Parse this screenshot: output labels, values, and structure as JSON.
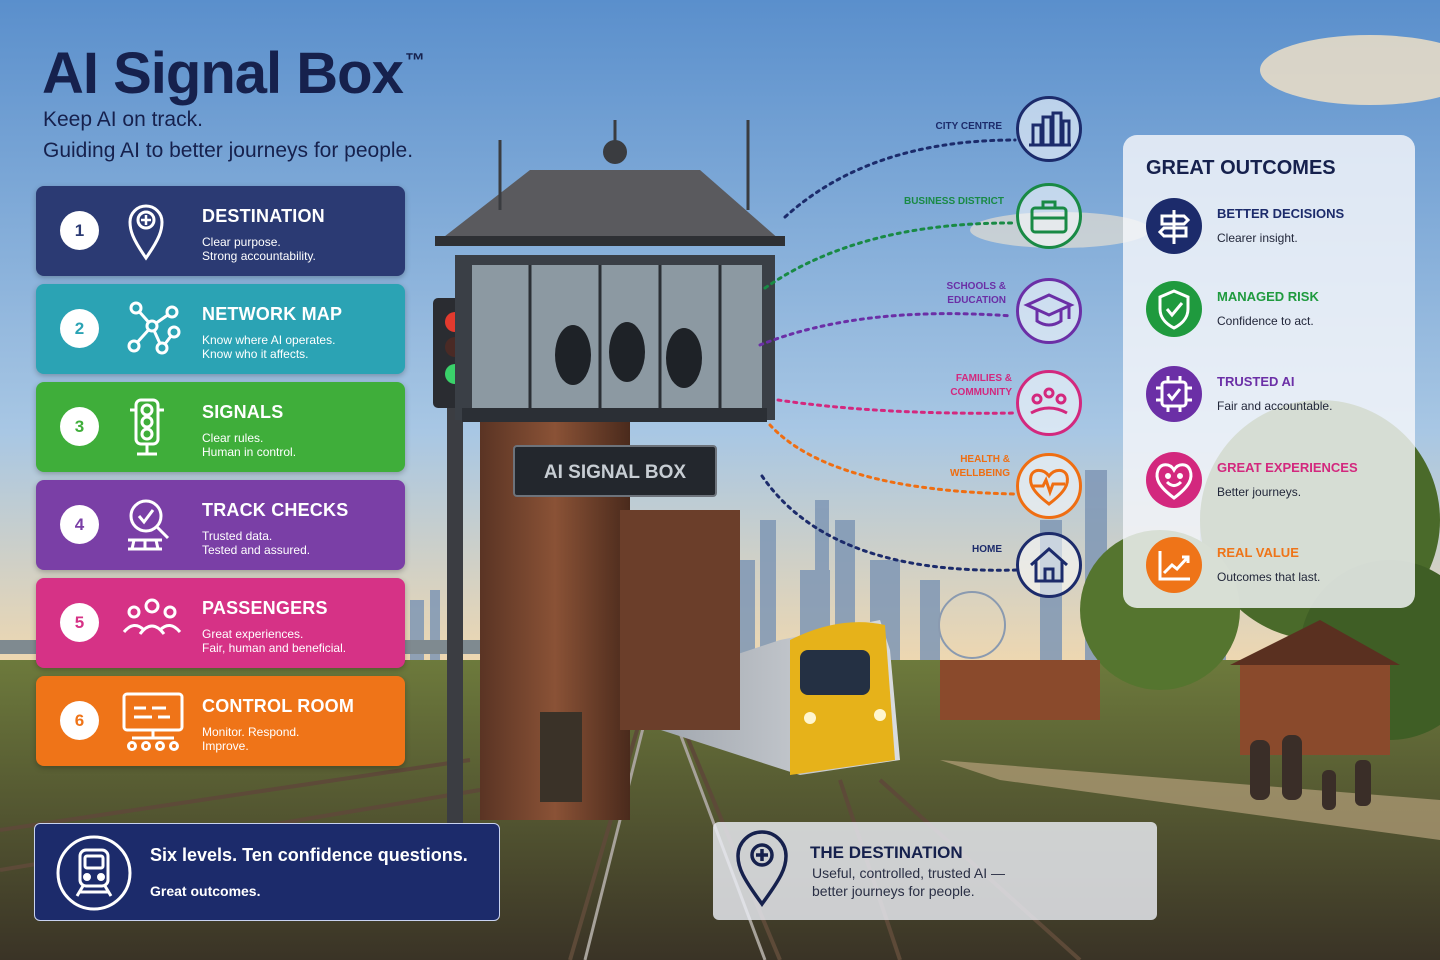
{
  "header": {
    "title": "AI Signal Box",
    "trademark": "™",
    "subtitle_1": "Keep AI on track.",
    "subtitle_2": "Guiding AI to better journeys for people."
  },
  "levels": [
    {
      "number": "1",
      "title": "DESTINATION",
      "line1": "Clear purpose.",
      "line2": "Strong accountability.",
      "color": "#2b3a73",
      "icon": "location-pin-icon"
    },
    {
      "number": "2",
      "title": "NETWORK MAP",
      "line1": "Know where AI operates.",
      "line2": "Know who it affects.",
      "color": "#2ba3b4",
      "icon": "network-nodes-icon"
    },
    {
      "number": "3",
      "title": "SIGNALS",
      "line1": "Clear rules.",
      "line2": "Human in control.",
      "color": "#3fae3a",
      "icon": "traffic-signal-icon"
    },
    {
      "number": "4",
      "title": "TRACK CHECKS",
      "line1": "Trusted data.",
      "line2": "Tested and assured.",
      "color": "#7a3fa6",
      "icon": "magnifier-check-icon"
    },
    {
      "number": "5",
      "title": "PASSENGERS",
      "line1": "Great experiences.",
      "line2": "Fair, human and beneficial.",
      "color": "#d63286",
      "icon": "people-group-icon"
    },
    {
      "number": "6",
      "title": "CONTROL ROOM",
      "line1": "Monitor. Respond.",
      "line2": "Improve.",
      "color": "#ef7418",
      "icon": "control-panel-icon"
    }
  ],
  "signal_box_sign": "AI SIGNAL BOX",
  "route_destinations": [
    {
      "label_1": "CITY CENTRE",
      "label_2": "",
      "color": "#1c2b6b",
      "icon": "city-buildings-icon"
    },
    {
      "label_1": "BUSINESS DISTRICT",
      "label_2": "",
      "color": "#198a45",
      "icon": "briefcase-icon"
    },
    {
      "label_1": "SCHOOLS &",
      "label_2": "EDUCATION",
      "color": "#6b2fa6",
      "icon": "graduation-cap-icon"
    },
    {
      "label_1": "FAMILIES &",
      "label_2": "COMMUNITY",
      "color": "#d3287e",
      "icon": "community-icon"
    },
    {
      "label_1": "HEALTH &",
      "label_2": "WELLBEING",
      "color": "#ef6e12",
      "icon": "heart-pulse-icon"
    },
    {
      "label_1": "HOME",
      "label_2": "",
      "color": "#1c2b6b",
      "icon": "house-icon"
    }
  ],
  "outcomes": {
    "heading": "GREAT OUTCOMES",
    "items": [
      {
        "title": "BETTER DECISIONS",
        "desc": "Clearer insight.",
        "color": "#1c2b6b",
        "icon": "signpost-icon"
      },
      {
        "title": "MANAGED RISK",
        "desc": "Confidence to act.",
        "color": "#1f9a3e",
        "icon": "shield-check-icon"
      },
      {
        "title": "TRUSTED AI",
        "desc": "Fair and accountable.",
        "color": "#6b2fa6",
        "icon": "chip-check-icon"
      },
      {
        "title": "GREAT EXPERIENCES",
        "desc": "Better journeys.",
        "color": "#d3287e",
        "icon": "smile-heart-icon"
      },
      {
        "title": "REAL VALUE",
        "desc": "Outcomes that last.",
        "color": "#ef7418",
        "icon": "growth-chart-icon"
      }
    ]
  },
  "footer_left": {
    "line1": "Six levels. Ten confidence questions.",
    "line2": "Great outcomes.",
    "icon": "train-icon"
  },
  "footer_right": {
    "title": "THE DESTINATION",
    "line1": "Useful, controlled, trusted AI —",
    "line2": "better journeys for people.",
    "icon": "destination-pin-icon"
  }
}
